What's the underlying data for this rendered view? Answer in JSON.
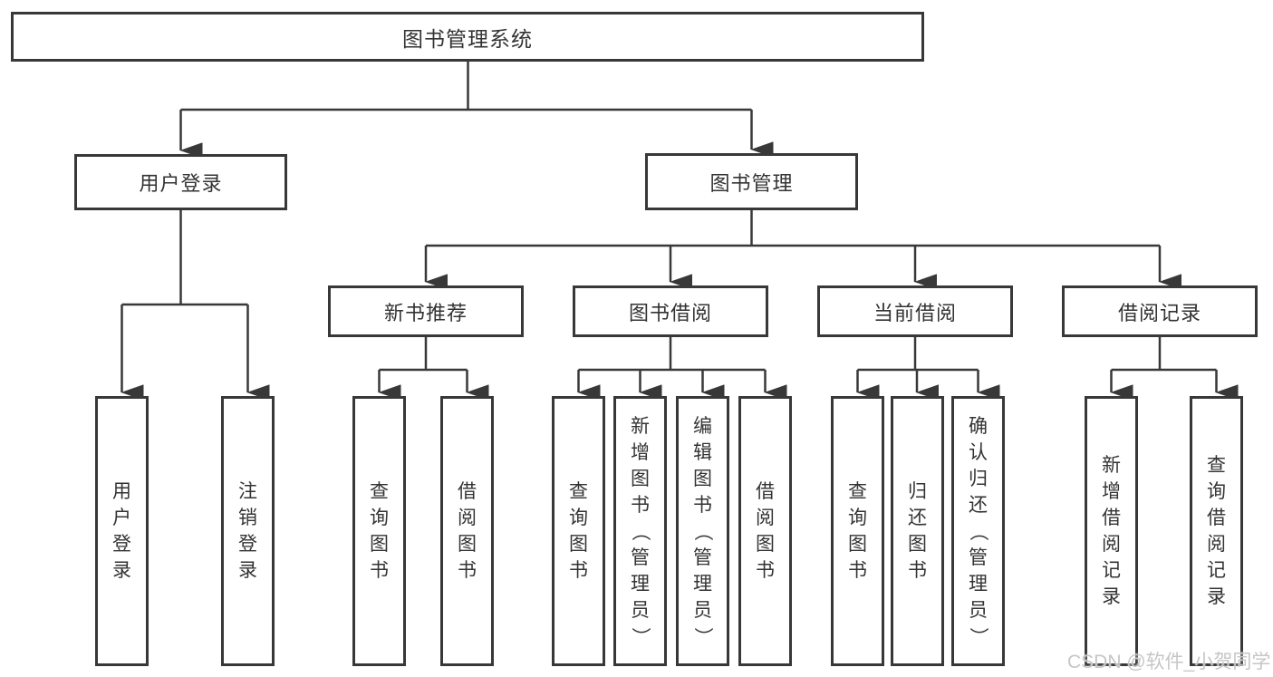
{
  "tree": {
    "root": {
      "label": "图书管理系统"
    },
    "branches": [
      {
        "label": "用户登录",
        "leaves": [
          "用户登录",
          "注销登录"
        ]
      },
      {
        "label": "图书管理",
        "sections": [
          {
            "label": "新书推荐",
            "leaves": [
              "查询图书",
              "借阅图书"
            ]
          },
          {
            "label": "图书借阅",
            "leaves": [
              "查询图书",
              "新增图书（管理员）",
              "编辑图书（管理员）",
              "借阅图书"
            ]
          },
          {
            "label": "当前借阅",
            "leaves": [
              "查询图书",
              "归还图书",
              "确认归还（管理员）"
            ]
          },
          {
            "label": "借阅记录",
            "leaves": [
              "新增借阅记录",
              "查询借阅记录"
            ]
          }
        ]
      }
    ]
  },
  "watermark": "CSDN @软件_小贺同学",
  "colors": {
    "line": "#383838",
    "text": "#333333",
    "watermark": "#c6c6c6",
    "background": "#ffffff"
  }
}
